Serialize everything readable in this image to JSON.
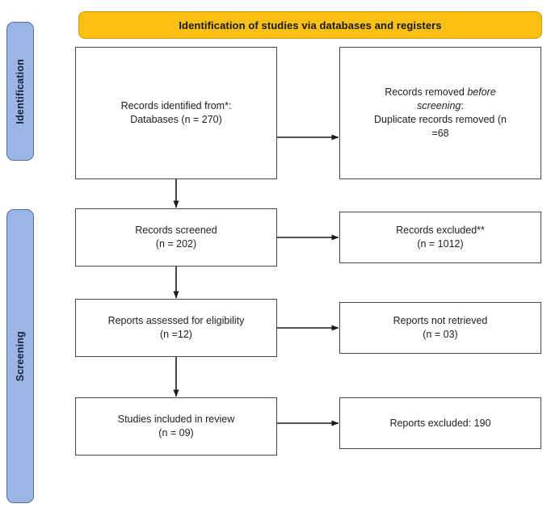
{
  "diagram": {
    "type": "prisma-flow-diagram",
    "background_color": "#ffffff",
    "header": {
      "title": "Identification of studies via databases and registers",
      "fill_color": "#FBC011",
      "border_color": "#D99A06"
    },
    "phases": [
      {
        "id": "identification",
        "label": "Identification",
        "fill_color": "#9CB5E4",
        "border_color": "#4a6fa5"
      },
      {
        "id": "screening",
        "label": "Screening",
        "fill_color": "#9CB5E4",
        "border_color": "#4a6fa5"
      }
    ],
    "boxes": {
      "records_identified": {
        "line1": "Records identified from*:",
        "line2": "Databases (n = 270)"
      },
      "records_removed": {
        "line1_prefix": "Records removed ",
        "line1_italic": "before",
        "line2_italic": "screening",
        "line2_suffix": ":",
        "line3": "Duplicate records removed (n",
        "line4": "=68"
      },
      "records_screened": {
        "line1": "Records screened",
        "line2": "(n = 202)"
      },
      "records_excluded": {
        "line1": "Records excluded**",
        "line2": "(n = 1012)"
      },
      "reports_assessed": {
        "line1": "Reports assessed for eligibility",
        "line2": "(n =12)"
      },
      "reports_not_retrieved": {
        "line1": "Reports not retrieved",
        "line2": "(n = 03)"
      },
      "studies_included": {
        "line1": "Studies included in review",
        "line2": "(n = 09)"
      },
      "reports_excluded": {
        "line1": "Reports excluded: 190"
      }
    },
    "connectors": [
      {
        "id": "identified-to-removed",
        "direction": "horizontal"
      },
      {
        "id": "identified-to-screened",
        "direction": "vertical"
      },
      {
        "id": "screened-to-excluded",
        "direction": "horizontal"
      },
      {
        "id": "screened-to-assessed",
        "direction": "vertical"
      },
      {
        "id": "assessed-to-not-retrieved",
        "direction": "horizontal"
      },
      {
        "id": "assessed-to-included",
        "direction": "vertical"
      },
      {
        "id": "included-to-excluded",
        "direction": "horizontal"
      }
    ]
  },
  "chart_data": {
    "type": "diagram",
    "title": "Identification of studies via databases and registers",
    "nodes": [
      {
        "id": "records_identified",
        "label": "Records identified from*: Databases",
        "n": 270,
        "phase": "Identification",
        "column": "left"
      },
      {
        "id": "records_removed",
        "label": "Records removed before screening: Duplicate records removed",
        "n": 68,
        "phase": "Identification",
        "column": "right"
      },
      {
        "id": "records_screened",
        "label": "Records screened",
        "n": 202,
        "phase": "Screening",
        "column": "left"
      },
      {
        "id": "records_excluded",
        "label": "Records excluded**",
        "n": 1012,
        "phase": "Screening",
        "column": "right"
      },
      {
        "id": "reports_assessed",
        "label": "Reports assessed for eligibility",
        "n": 12,
        "phase": "Screening",
        "column": "left"
      },
      {
        "id": "reports_not_retrieved",
        "label": "Reports not retrieved",
        "n": 3,
        "phase": "Screening",
        "column": "right"
      },
      {
        "id": "studies_included",
        "label": "Studies included in review",
        "n": 9,
        "phase": "Screening",
        "column": "left"
      },
      {
        "id": "reports_excluded",
        "label": "Reports excluded",
        "n": 190,
        "phase": "Screening",
        "column": "right"
      }
    ],
    "edges": [
      {
        "from": "records_identified",
        "to": "records_removed"
      },
      {
        "from": "records_identified",
        "to": "records_screened"
      },
      {
        "from": "records_screened",
        "to": "records_excluded"
      },
      {
        "from": "records_screened",
        "to": "reports_assessed"
      },
      {
        "from": "reports_assessed",
        "to": "reports_not_retrieved"
      },
      {
        "from": "reports_assessed",
        "to": "studies_included"
      },
      {
        "from": "studies_included",
        "to": "reports_excluded"
      }
    ]
  }
}
